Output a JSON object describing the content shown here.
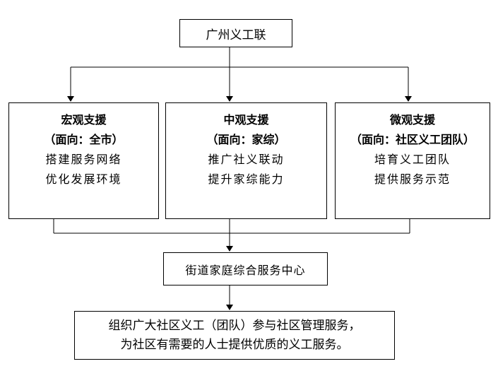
{
  "root": {
    "label": "广州义工联"
  },
  "supports": [
    {
      "title": "宏观支援",
      "scope": "（面向：全市）",
      "items": [
        "搭建服务网络",
        "优化发展环境"
      ]
    },
    {
      "title": "中观支援",
      "scope": "（面向：家综）",
      "items": [
        "推广社义联动",
        "提升家综能力"
      ]
    },
    {
      "title": "微观支援",
      "scope": "（面向：社区义工团队）",
      "items": [
        "培育义工团队",
        "提供服务示范"
      ]
    }
  ],
  "center": {
    "label": "街道家庭综合服务中心"
  },
  "service": {
    "lines": [
      "组织广大社区义工（团队）参与社区管理服务，",
      "为社区有需要的人士提供优质的义工服务。"
    ]
  }
}
